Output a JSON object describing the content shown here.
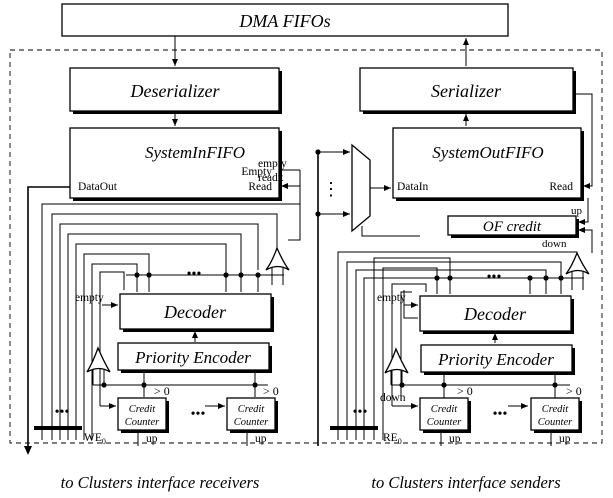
{
  "top": {
    "dma": "DMA FIFOs"
  },
  "receiver": {
    "deserializer": "Deserializer",
    "fifo": "SystemInFIFO",
    "data_out": "DataOut",
    "empty": "Empty",
    "read": "Read",
    "empty_sig": "empty",
    "readx_sig": "readx",
    "dots": "•••",
    "decoder": "Decoder",
    "decoder_empty": "empty",
    "priority": "Priority Encoder",
    "gt0_a": "> 0",
    "gt0_b": "> 0",
    "counter_a": [
      "Credit",
      "Counter"
    ],
    "counter_b": [
      "Credit",
      "Counter"
    ],
    "counter_dots": "•••",
    "left_dots": "•••",
    "we_label": "WE",
    "we_sub": "0",
    "up_a": "up",
    "up_b": "up",
    "caption": "to Clusters interface receivers"
  },
  "sender": {
    "serializer": "Serializer",
    "fifo": "SystemOutFIFO",
    "data_in": "DataIn",
    "read": "Read",
    "mux_dots": "⋮",
    "of_credit": "OF credit",
    "up": "up",
    "down": "down",
    "dots": "•••",
    "decoder": "Decoder",
    "decoder_empty": "empty",
    "priority": "Priority Encoder",
    "gt0_a": "> 0",
    "gt0_b": "> 0",
    "down_counter": "down",
    "counter_a": [
      "Credit",
      "Counter"
    ],
    "counter_b": [
      "Credit",
      "Counter"
    ],
    "counter_dots": "•••",
    "left_dots": "•••",
    "re_label": "RE",
    "re_sub": "0",
    "up_a": "up",
    "up_b": "up",
    "caption": "to Clusters interface senders"
  }
}
